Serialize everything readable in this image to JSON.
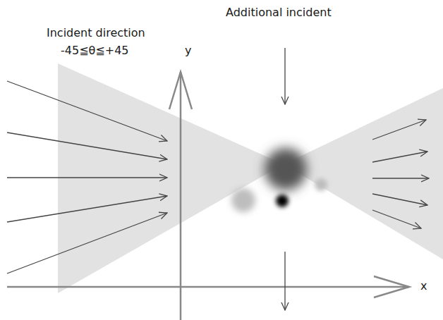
{
  "diagram": {
    "labels": [
      "Additional incident",
      "Incident direction",
      "-45≦θ≦+45",
      "y",
      "x"
    ]
  }
}
